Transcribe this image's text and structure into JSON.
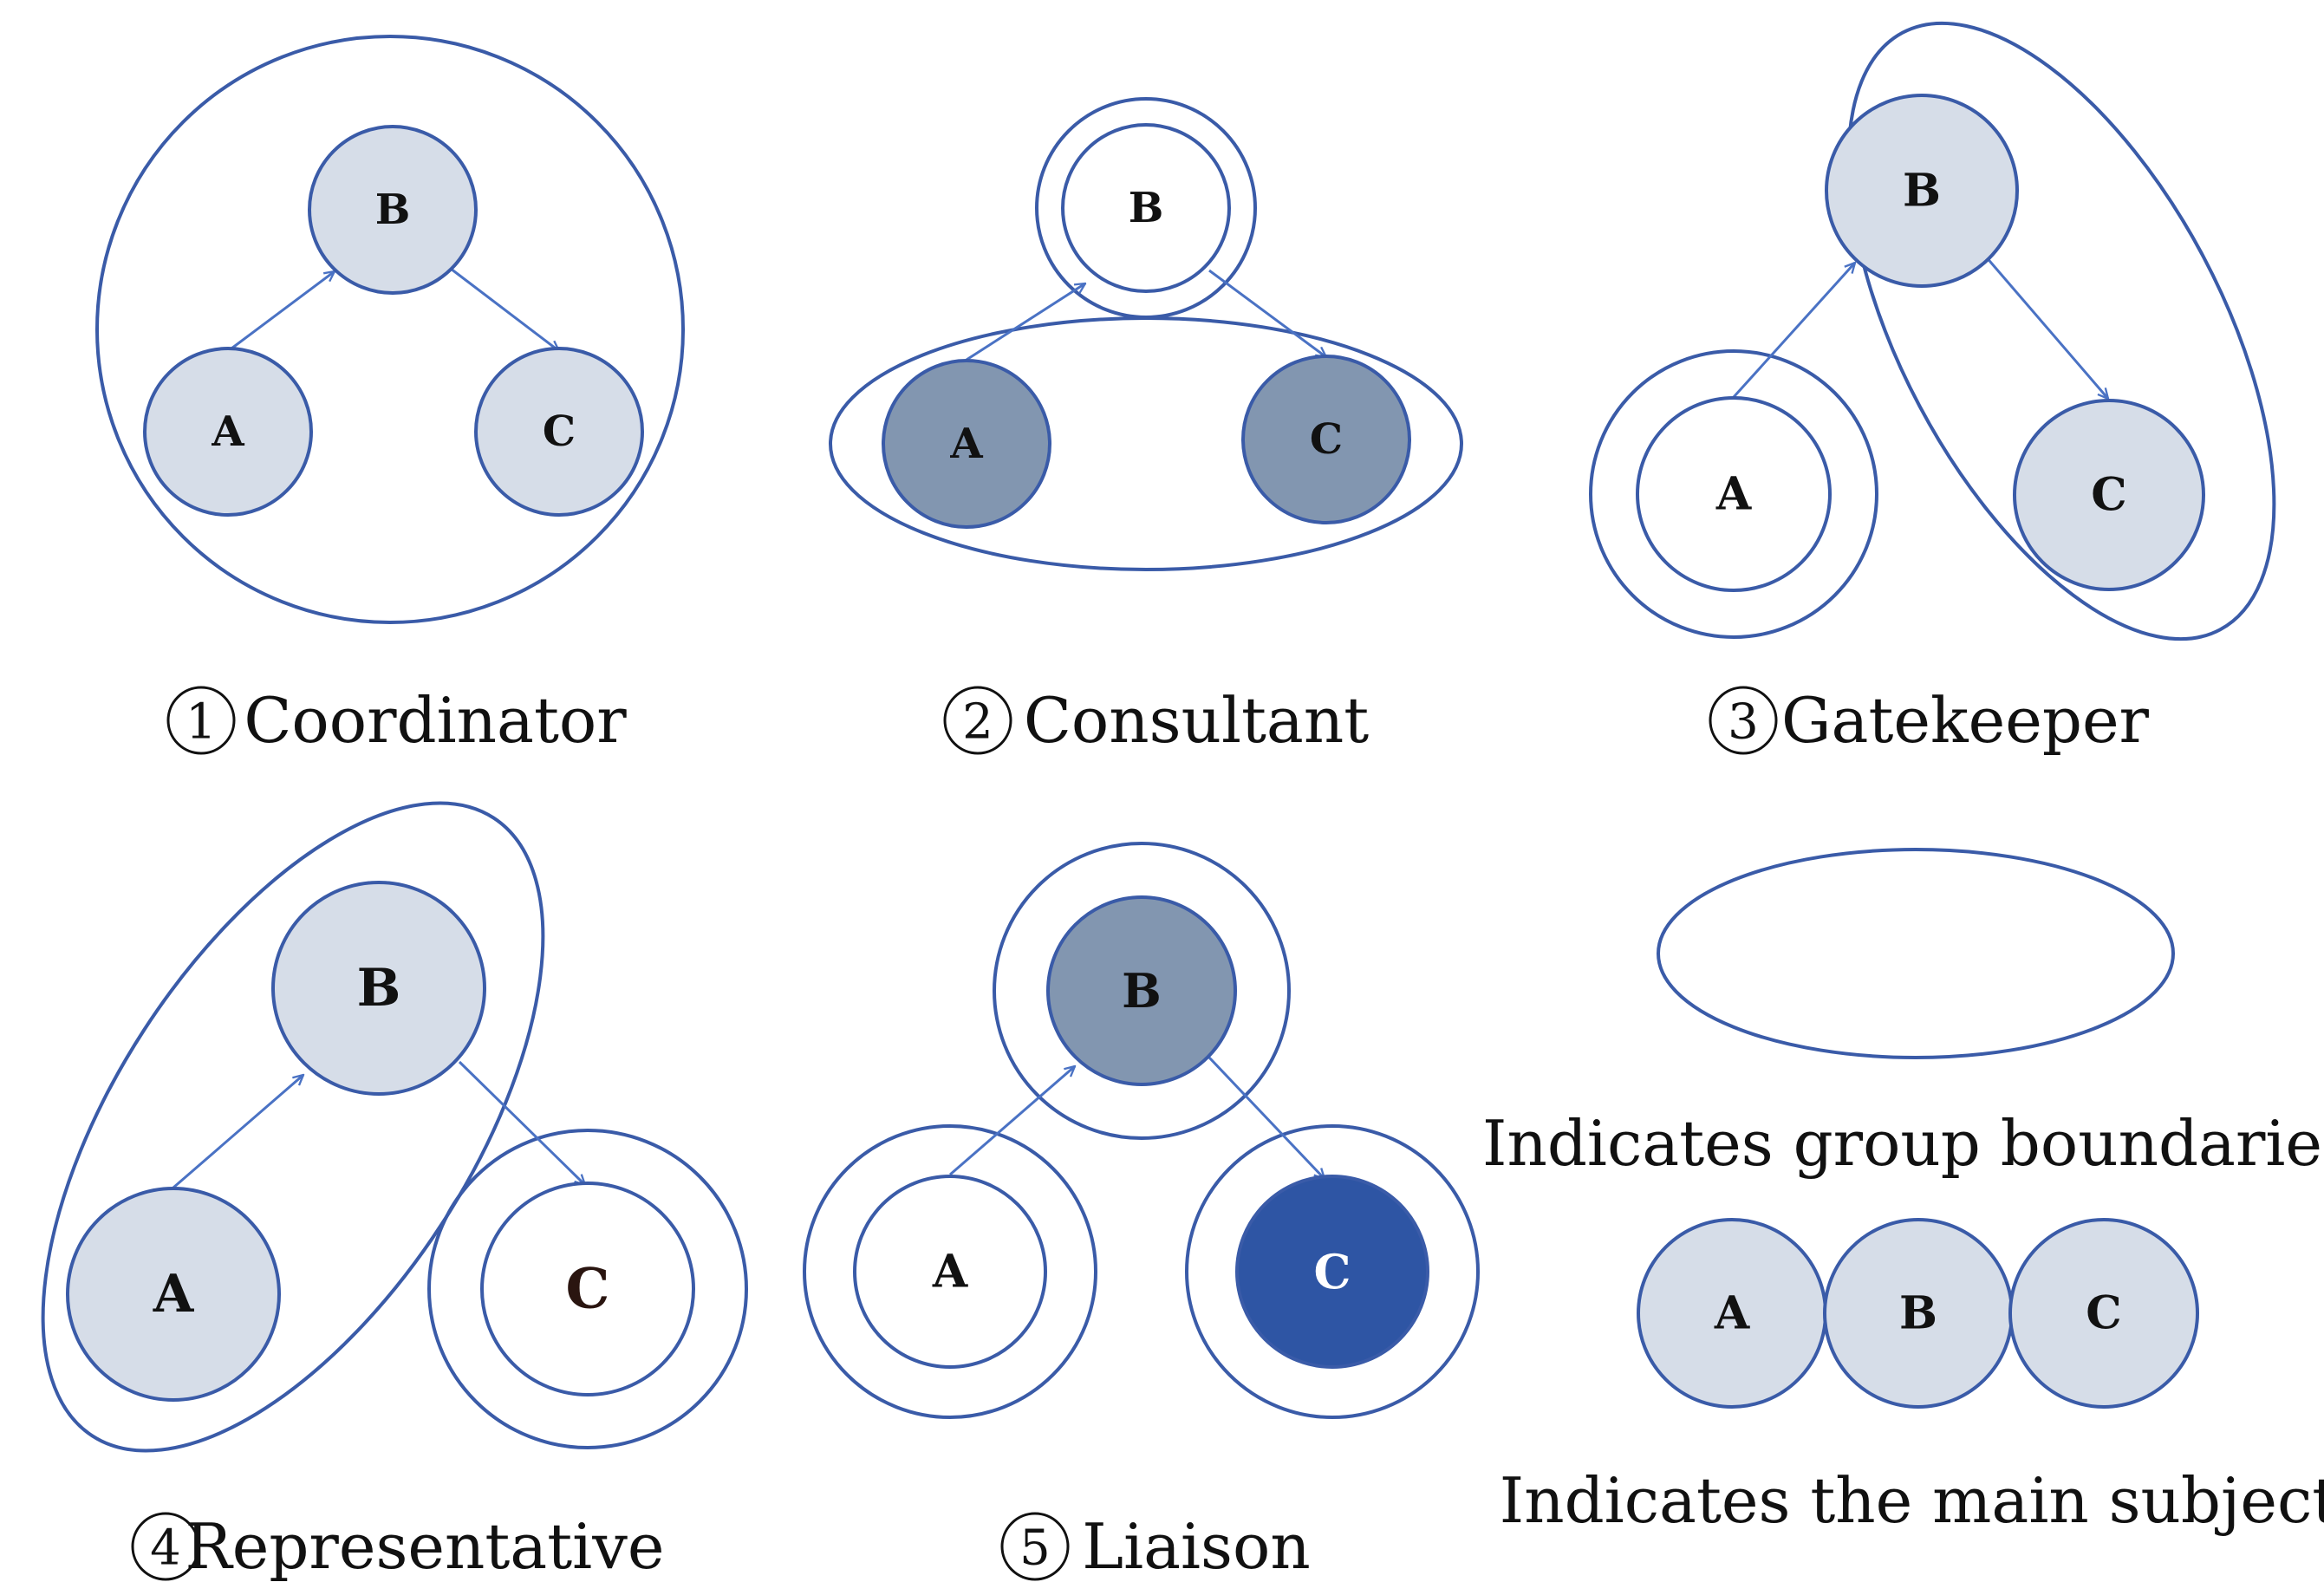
{
  "colors": {
    "stroke": "#3a5ba8",
    "arrow": "#4a72c4",
    "light_fill": "#d6dde8",
    "medium_fill": "#8296b0",
    "dark_fill": "#2e55a4",
    "white_fill": "#ffffff"
  },
  "panels": [
    {
      "number": "1",
      "caption": "Coordinator",
      "nodes": [
        "A",
        "B",
        "C"
      ]
    },
    {
      "number": "2",
      "caption": "Consultant",
      "nodes": [
        "A",
        "B",
        "C"
      ]
    },
    {
      "number": "3",
      "caption": "Gatekeeper",
      "nodes": [
        "A",
        "B",
        "C"
      ]
    },
    {
      "number": "4",
      "caption": "Representative",
      "nodes": [
        "A",
        "B",
        "C"
      ]
    },
    {
      "number": "5",
      "caption": "Liaison",
      "nodes": [
        "A",
        "B",
        "C"
      ]
    }
  ],
  "legend": {
    "group_caption": "Indicates group boundaries",
    "subject_caption": "Indicates the main subject",
    "nodes": [
      "A",
      "B",
      "C"
    ]
  }
}
